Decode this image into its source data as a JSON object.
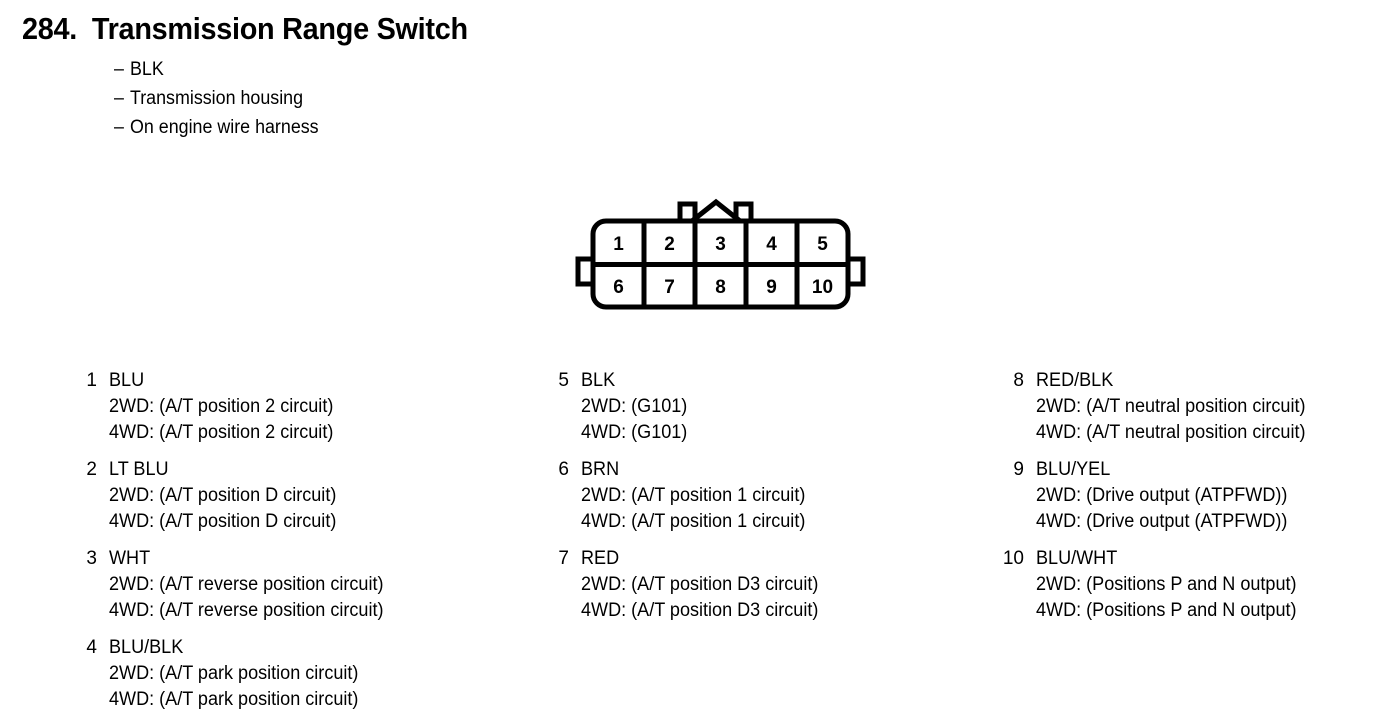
{
  "header": {
    "number": "284.",
    "title": "Transmission Range Switch",
    "bullet_dash": "–",
    "details": [
      "BLK",
      "Transmission housing",
      "On engine wire harness"
    ]
  },
  "connector": {
    "name": "10-pin connector",
    "top_row_pins": [
      "1",
      "2",
      "3",
      "4",
      "5"
    ],
    "bottom_row_pins": [
      "6",
      "7",
      "8",
      "9",
      "10"
    ]
  },
  "legend": {
    "columns": [
      {
        "pins": [
          {
            "number": "1",
            "color": "BLU",
            "lines": [
              "2WD: (A/T position 2 circuit)",
              "4WD: (A/T position 2 circuit)"
            ]
          },
          {
            "number": "2",
            "color": "LT BLU",
            "lines": [
              "2WD: (A/T position D circuit)",
              "4WD: (A/T position D circuit)"
            ]
          },
          {
            "number": "3",
            "color": "WHT",
            "lines": [
              "2WD: (A/T reverse position circuit)",
              "4WD: (A/T reverse position circuit)"
            ]
          },
          {
            "number": "4",
            "color": "BLU/BLK",
            "lines": [
              "2WD: (A/T park position circuit)",
              "4WD: (A/T park position circuit)"
            ]
          }
        ]
      },
      {
        "pins": [
          {
            "number": "5",
            "color": "BLK",
            "lines": [
              "2WD: (G101)",
              "4WD: (G101)"
            ]
          },
          {
            "number": "6",
            "color": "BRN",
            "lines": [
              "2WD: (A/T position 1 circuit)",
              "4WD: (A/T position 1 circuit)"
            ]
          },
          {
            "number": "7",
            "color": "RED",
            "lines": [
              "2WD: (A/T position D3 circuit)",
              "4WD: (A/T position D3 circuit)"
            ]
          }
        ]
      },
      {
        "pins": [
          {
            "number": "8",
            "color": "RED/BLK",
            "lines": [
              "2WD: (A/T neutral position circuit)",
              "4WD: (A/T neutral position circuit)"
            ]
          },
          {
            "number": "9",
            "color": "BLU/YEL",
            "lines": [
              "2WD: (Drive output (ATPFWD))",
              "4WD: (Drive output (ATPFWD))"
            ]
          },
          {
            "number": "10",
            "color": "BLU/WHT",
            "lines": [
              "2WD: (Positions P and N output)",
              "4WD: (Positions P and N output)"
            ]
          }
        ]
      }
    ]
  }
}
